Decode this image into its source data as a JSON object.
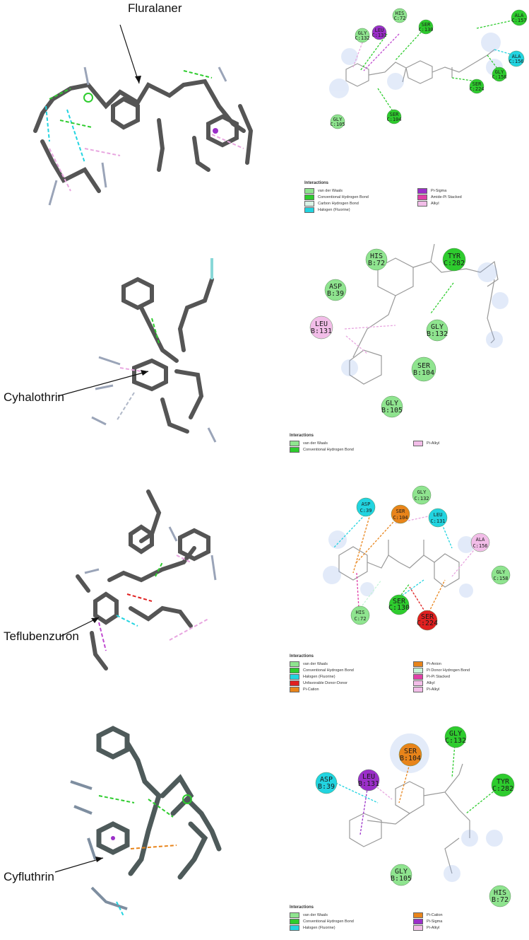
{
  "panels": [
    {
      "compound": "Fluralaner",
      "residues": [
        {
          "label1": "HIS",
          "label2": "C:72",
          "type": "vdw"
        },
        {
          "label1": "LEU",
          "label2": "C:131",
          "type": "pisigma"
        },
        {
          "label1": "GLY",
          "label2": "C:132",
          "type": "vdw"
        },
        {
          "label1": "SER",
          "label2": "C:130",
          "type": "hbond"
        },
        {
          "label1": "ALA",
          "label2": "C:157",
          "type": "hbond"
        },
        {
          "label1": "ALA",
          "label2": "C:156",
          "type": "halogen"
        },
        {
          "label1": "GLY",
          "label2": "C:158",
          "type": "hbond"
        },
        {
          "label1": "SER",
          "label2": "C:224",
          "type": "hbond"
        },
        {
          "label1": "SER",
          "label2": "C:104",
          "type": "hbond"
        },
        {
          "label1": "GLY",
          "label2": "C:105",
          "type": "vdw"
        }
      ],
      "legend": {
        "title": "Interactions",
        "items": [
          {
            "label": "van der Waals",
            "color": "#8fe48f"
          },
          {
            "label": "Conventional Hydrogen Bond",
            "color": "#2ecc2e"
          },
          {
            "label": "Carbon Hydrogen Bond",
            "color": "#d9f2e6"
          },
          {
            "label": "Halogen (Fluorine)",
            "color": "#22d4e0"
          },
          {
            "label": "Pi-Sigma",
            "color": "#9b2fc9"
          },
          {
            "label": "Amide-Pi Stacked",
            "color": "#e040a8"
          },
          {
            "label": "Alkyl",
            "color": "#f2bde8"
          }
        ]
      }
    },
    {
      "compound": "Cyhalothrin",
      "residues": [
        {
          "label1": "HIS",
          "label2": "B:72",
          "type": "vdw"
        },
        {
          "label1": "TYR",
          "label2": "C:282",
          "type": "hbond"
        },
        {
          "label1": "ASP",
          "label2": "B:39",
          "type": "vdw"
        },
        {
          "label1": "LEU",
          "label2": "B:131",
          "type": "alkyl"
        },
        {
          "label1": "GLY",
          "label2": "B:132",
          "type": "vdw"
        },
        {
          "label1": "SER",
          "label2": "B:104",
          "type": "vdw"
        },
        {
          "label1": "GLY",
          "label2": "B:105",
          "type": "vdw"
        }
      ],
      "legend": {
        "title": "Interactions",
        "items": [
          {
            "label": "van der Waals",
            "color": "#8fe48f"
          },
          {
            "label": "Conventional Hydrogen Bond",
            "color": "#2ecc2e"
          },
          {
            "label": "Pi-Alkyl",
            "color": "#f2bde8"
          }
        ]
      }
    },
    {
      "compound": "Teflubenzuron",
      "residues": [
        {
          "label1": "GLY",
          "label2": "C:132",
          "type": "vdw"
        },
        {
          "label1": "ASP",
          "label2": "C:39",
          "type": "halogen"
        },
        {
          "label1": "SER",
          "label2": "C:104",
          "type": "pication"
        },
        {
          "label1": "LEU",
          "label2": "C:131",
          "type": "halogen"
        },
        {
          "label1": "ALA",
          "label2": "C:156",
          "type": "alkyl"
        },
        {
          "label1": "GLY",
          "label2": "C:158",
          "type": "vdw"
        },
        {
          "label1": "HIS",
          "label2": "C:72",
          "type": "vdw"
        },
        {
          "label1": "SER",
          "label2": "C:130",
          "type": "hbond"
        },
        {
          "label1": "SER",
          "label2": "C:224",
          "type": "unfav"
        }
      ],
      "legend": {
        "title": "Interactions",
        "items": [
          {
            "label": "van der Waals",
            "color": "#8fe48f"
          },
          {
            "label": "Conventional Hydrogen Bond",
            "color": "#2ecc2e"
          },
          {
            "label": "Halogen (Fluorine)",
            "color": "#22d4e0"
          },
          {
            "label": "Unfavorable Donor-Donor",
            "color": "#e02020"
          },
          {
            "label": "Pi-Cation",
            "color": "#e8841a"
          },
          {
            "label": "Pi-Anion",
            "color": "#e8841a"
          },
          {
            "label": "Pi Donor Hydrogen Bond",
            "color": "#c7f5d8"
          },
          {
            "label": "Pi-Pi Stacked",
            "color": "#e040a8"
          },
          {
            "label": "Alkyl",
            "color": "#f2bde8"
          },
          {
            "label": "Pi-Alkyl",
            "color": "#f2bde8"
          }
        ]
      }
    },
    {
      "compound": "Cyfluthrin",
      "residues": [
        {
          "label1": "SER",
          "label2": "B:104",
          "type": "pication"
        },
        {
          "label1": "GLY",
          "label2": "C:132",
          "type": "hbond"
        },
        {
          "label1": "ASP",
          "label2": "B:39",
          "type": "halogen"
        },
        {
          "label1": "LEU",
          "label2": "B:131",
          "type": "pisigma"
        },
        {
          "label1": "TYR",
          "label2": "C:282",
          "type": "hbond"
        },
        {
          "label1": "GLY",
          "label2": "B:105",
          "type": "vdw"
        },
        {
          "label1": "HIS",
          "label2": "B:72",
          "type": "vdw"
        }
      ],
      "legend": {
        "title": "Interactions",
        "items": [
          {
            "label": "van der Waals",
            "color": "#8fe48f"
          },
          {
            "label": "Conventional Hydrogen Bond",
            "color": "#2ecc2e"
          },
          {
            "label": "Halogen (Fluorine)",
            "color": "#22d4e0"
          },
          {
            "label": "Pi-Cation",
            "color": "#e8841a"
          },
          {
            "label": "Pi-Sigma",
            "color": "#9b2fc9"
          },
          {
            "label": "Pi-Alkyl",
            "color": "#f2bde8"
          }
        ]
      }
    }
  ],
  "type_colors": {
    "vdw": "#8fe48f",
    "hbond": "#2ecc2e",
    "halogen": "#22d4e0",
    "pisigma": "#9b2fc9",
    "alkyl": "#f2bde8",
    "pication": "#e8841a",
    "unfav": "#e02020"
  }
}
